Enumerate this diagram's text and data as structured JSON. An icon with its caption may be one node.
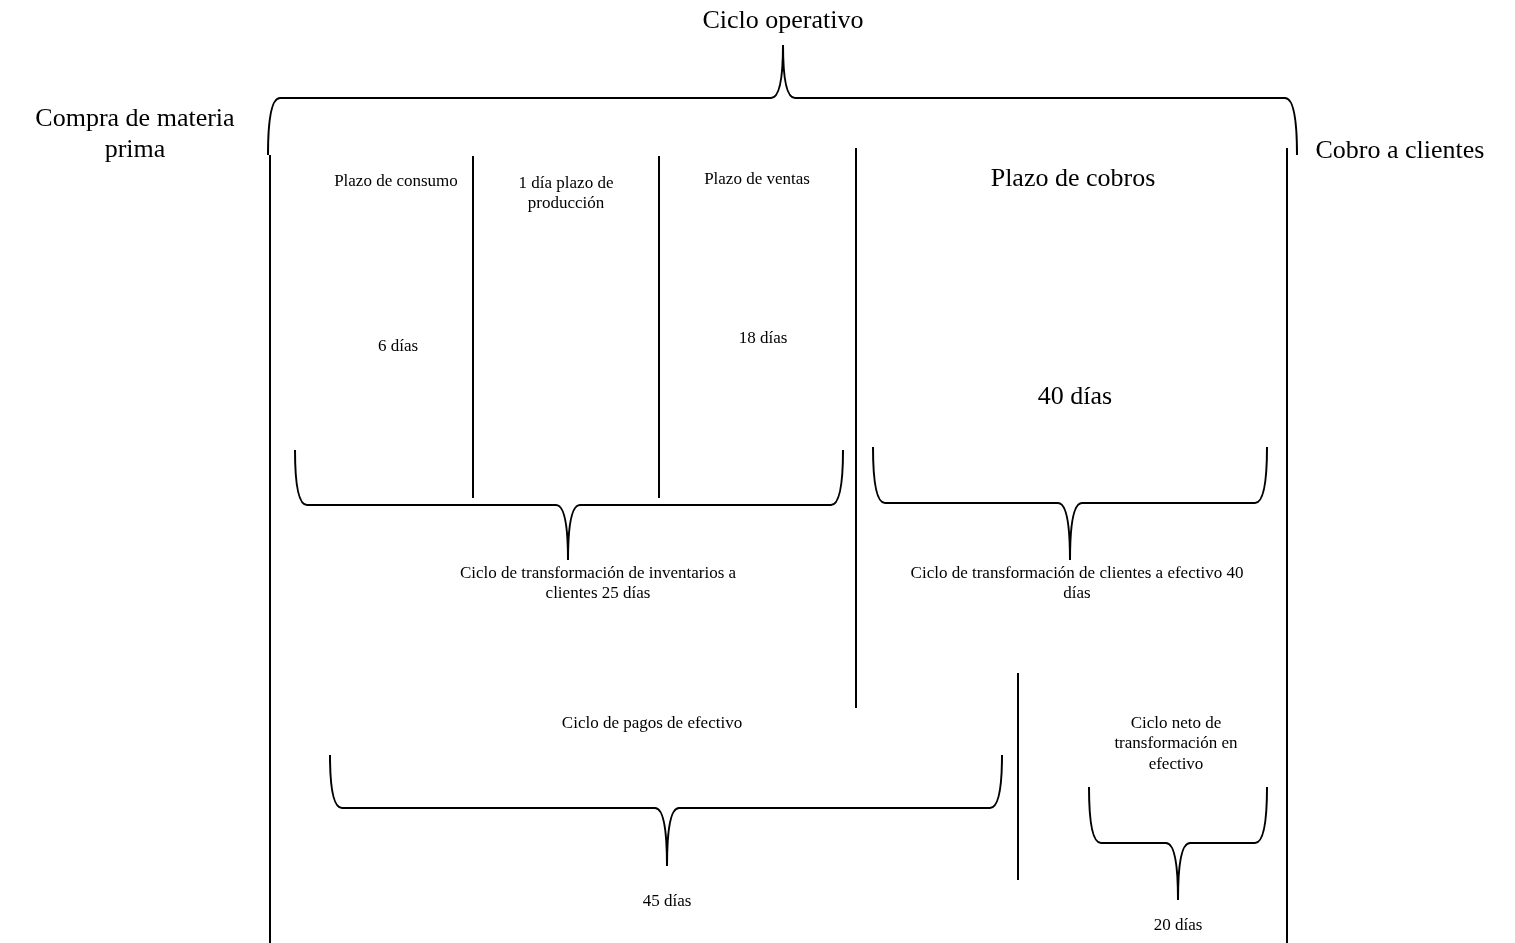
{
  "diagram": {
    "labels": [
      "Ciclo operativo",
      "Compra de materia prima",
      "Cobro a clientes",
      "Plazo de consumo",
      "1 día plazo de producción",
      "Plazo de ventas",
      "Plazo de cobros",
      "6 días",
      "18 días",
      "40 días",
      "Ciclo de transformación de inventarios a clientes 25 días",
      "Ciclo de transformación de clientes a efectivo 40 días",
      "Ciclo de pagos de efectivo",
      "Ciclo neto de transformación en efectivo",
      "45 días",
      "20 días"
    ]
  }
}
